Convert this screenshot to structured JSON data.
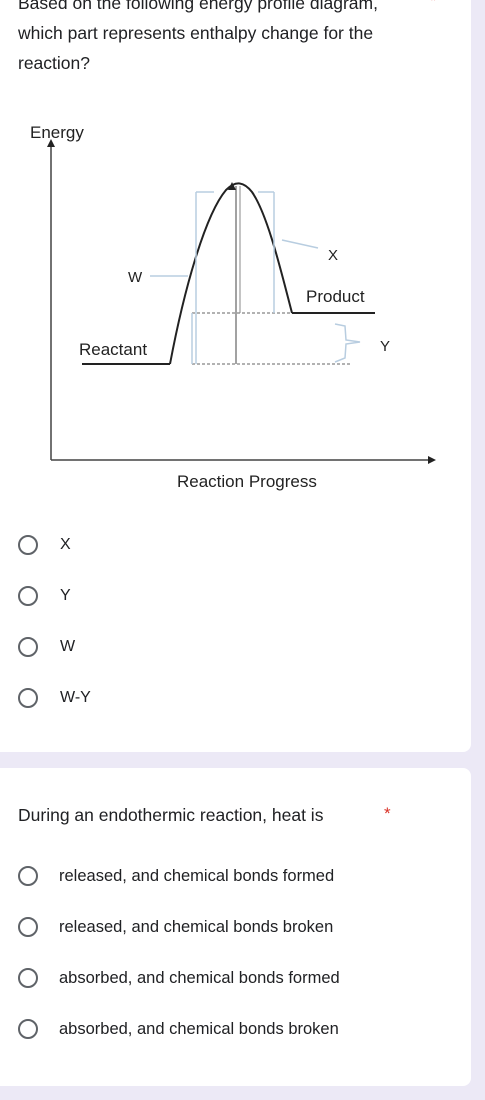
{
  "question1": {
    "title": "Based on the following energy profile diagram, which part represents enthalpy change for the reaction?",
    "required_mark": "*",
    "diagram": {
      "y_axis_label": "Energy",
      "x_axis_label": "Reaction Progress",
      "reactant_label": "Reactant",
      "product_label": "Product",
      "w_label": "W",
      "x_label": "X",
      "y_label": "Y"
    },
    "options": [
      "X",
      "Y",
      "W",
      "W-Y"
    ]
  },
  "question2": {
    "title": "During an endothermic reaction, heat is",
    "required_mark": "*",
    "options": [
      "released, and chemical bonds formed",
      "released, and chemical bonds broken",
      "absorbed, and chemical bonds formed",
      "absorbed, and chemical bonds broken"
    ]
  },
  "colors": {
    "background": "#ece9f6",
    "card": "#ffffff",
    "required": "#d93025",
    "radio_border": "#5f6368",
    "bracket": "#b8cde0"
  }
}
